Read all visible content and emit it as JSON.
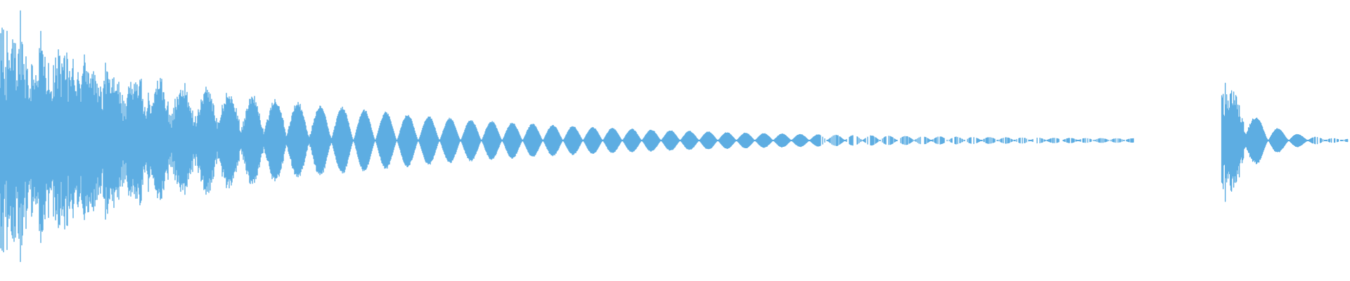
{
  "waveform": {
    "color": "#5dade2",
    "background": "#ffffff",
    "segments": [
      {
        "name": "first-decay",
        "start_fraction": 0.0,
        "end_fraction": 0.84,
        "peak_amplitude": 0.95,
        "decay": "exponential",
        "shape": "dense-then-lobed"
      },
      {
        "name": "second-decay",
        "start_fraction": 0.905,
        "end_fraction": 1.0,
        "peak_amplitude": 0.62,
        "decay": "exponential",
        "shape": "dense-then-lobed"
      }
    ]
  }
}
